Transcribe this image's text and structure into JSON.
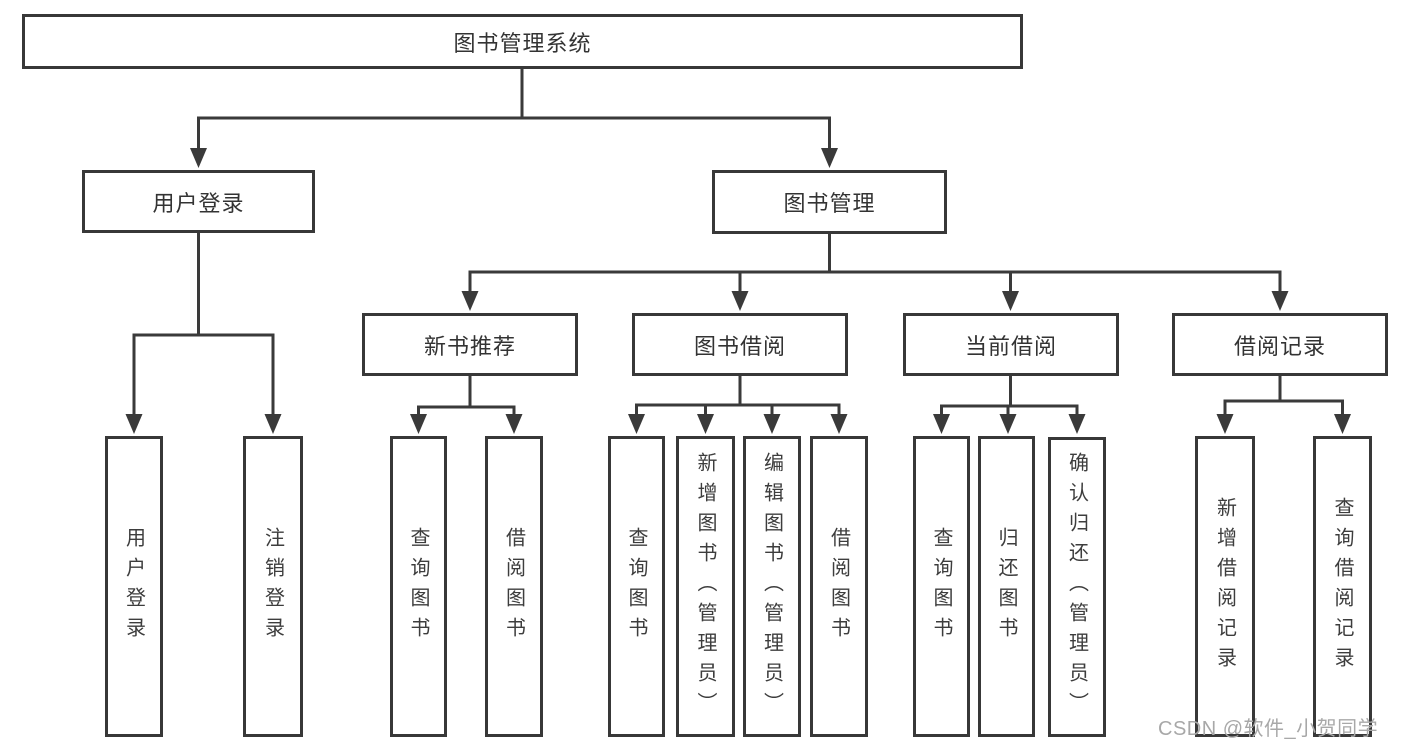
{
  "tree": {
    "root": {
      "label": "图书管理系统",
      "children": [
        {
          "label": "用户登录",
          "children": [
            {
              "label": "用户登录"
            },
            {
              "label": "注销登录"
            }
          ]
        },
        {
          "label": "图书管理",
          "children": [
            {
              "label": "新书推荐",
              "children": [
                {
                  "label": "查询图书"
                },
                {
                  "label": "借阅图书"
                }
              ]
            },
            {
              "label": "图书借阅",
              "children": [
                {
                  "label": "查询图书"
                },
                {
                  "label": "新增图书（管理员）"
                },
                {
                  "label": "编辑图书（管理员）"
                },
                {
                  "label": "借阅图书"
                }
              ]
            },
            {
              "label": "当前借阅",
              "children": [
                {
                  "label": "查询图书"
                },
                {
                  "label": "归还图书"
                },
                {
                  "label": "确认归还（管理员）"
                }
              ]
            },
            {
              "label": "借阅记录",
              "children": [
                {
                  "label": "新增借阅记录"
                },
                {
                  "label": "查询借阅记录"
                }
              ]
            }
          ]
        }
      ]
    }
  },
  "watermark": {
    "text": "CSDN @软件_小贺同学"
  },
  "colors": {
    "line": "#3a3a3a",
    "box_border": "#383838",
    "text": "#333333",
    "watermark": "#a8a8a8",
    "background": "#ffffff"
  }
}
